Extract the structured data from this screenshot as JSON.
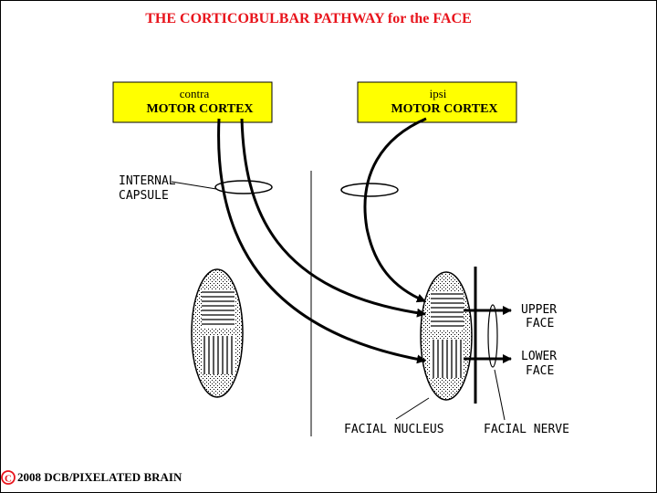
{
  "title": "THE CORTICOBULBAR PATHWAY for the FACE",
  "contra_box": {
    "line1": "contra",
    "line2": "MOTOR CORTEX"
  },
  "ipsi_box": {
    "line1": "ipsi",
    "line2": "MOTOR CORTEX"
  },
  "labels": {
    "internal_capsule_1": "INTERNAL",
    "internal_capsule_2": "CAPSULE",
    "upper_face_1": "UPPER",
    "upper_face_2": "FACE",
    "lower_face_1": "LOWER",
    "lower_face_2": "FACE",
    "facial_nucleus": "FACIAL  NUCLEUS",
    "facial_nerve": "FACIAL NERVE"
  },
  "footer": {
    "copyright_symbol": "C",
    "text": "2008  DCB/PIXELATED BRAIN"
  },
  "colors": {
    "title": "#e8141c",
    "box_fill": "#ffff00",
    "copyright": "#e8141c"
  }
}
